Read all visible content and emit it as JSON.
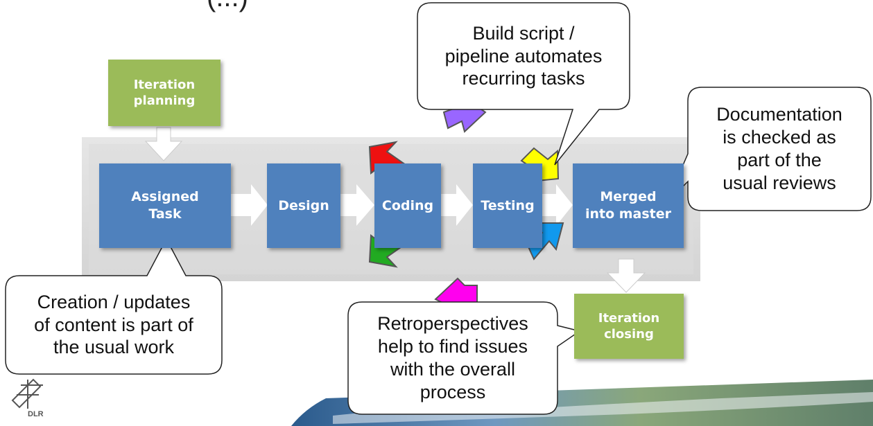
{
  "title_fragment": "(...)",
  "steps": {
    "assigned_task": "Assigned\nTask",
    "design": "Design",
    "coding": "Coding",
    "testing": "Testing",
    "merged": "Merged\ninto master"
  },
  "iteration": {
    "planning": "Iteration\nplanning",
    "closing": "Iteration\nclosing"
  },
  "callouts": {
    "build_script": "Build script /\npipeline automates\nrecurring tasks",
    "documentation": "Documentation\nis checked as\npart of the\nusual reviews",
    "creation": "Creation / updates\nof content is part of\nthe usual work",
    "retro": "Retroperspectives\nhelp to find issues\nwith the overall\nprocess"
  },
  "logo": {
    "text": "DLR"
  },
  "colors": {
    "step_blue": "#4f81bd",
    "iteration_green": "#9bbb59",
    "arrow_red": "#ee1111",
    "arrow_green": "#22aa22",
    "arrow_purple": "#9966ff",
    "arrow_yellow": "#ffff00",
    "arrow_blue": "#1199ee",
    "arrow_magenta": "#ff00ee"
  }
}
